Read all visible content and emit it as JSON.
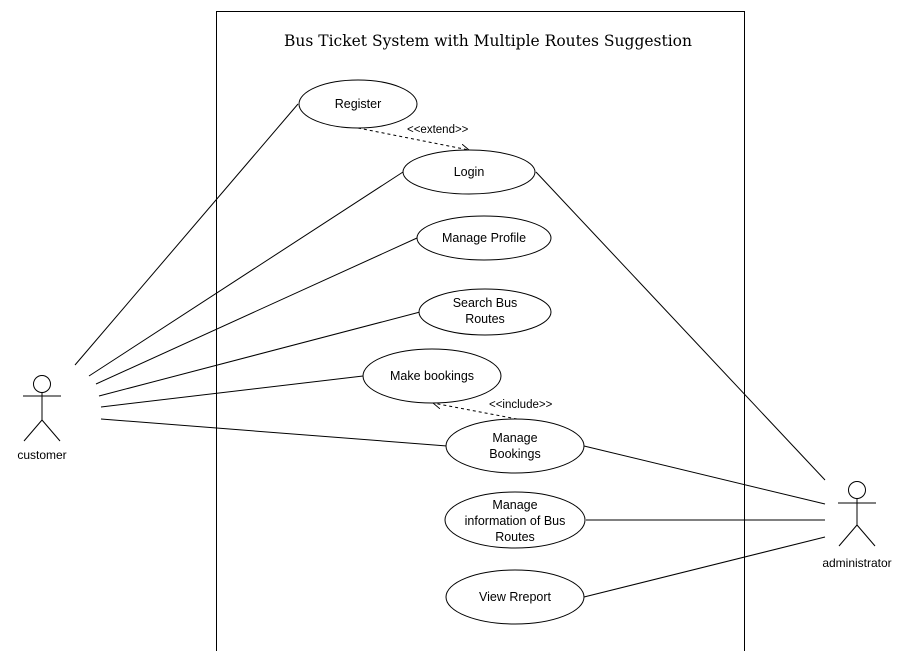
{
  "system": {
    "title": "Bus Ticket System with Multiple Routes Suggestion"
  },
  "actors": {
    "customer": "customer",
    "administrator": "administrator"
  },
  "use_cases": {
    "register": [
      "Register"
    ],
    "login": [
      "Login"
    ],
    "manage_profile": [
      "Manage Profile"
    ],
    "search_routes": [
      "Search Bus",
      "Routes"
    ],
    "make_bookings": [
      "Make bookings"
    ],
    "manage_bookings": [
      "Manage",
      "Bookings"
    ],
    "manage_info": [
      "Manage",
      "information of Bus",
      "Routes"
    ],
    "view_report": [
      "View Rreport"
    ]
  },
  "relationships": {
    "extend": "<<extend>>",
    "include": "<<include>>"
  }
}
